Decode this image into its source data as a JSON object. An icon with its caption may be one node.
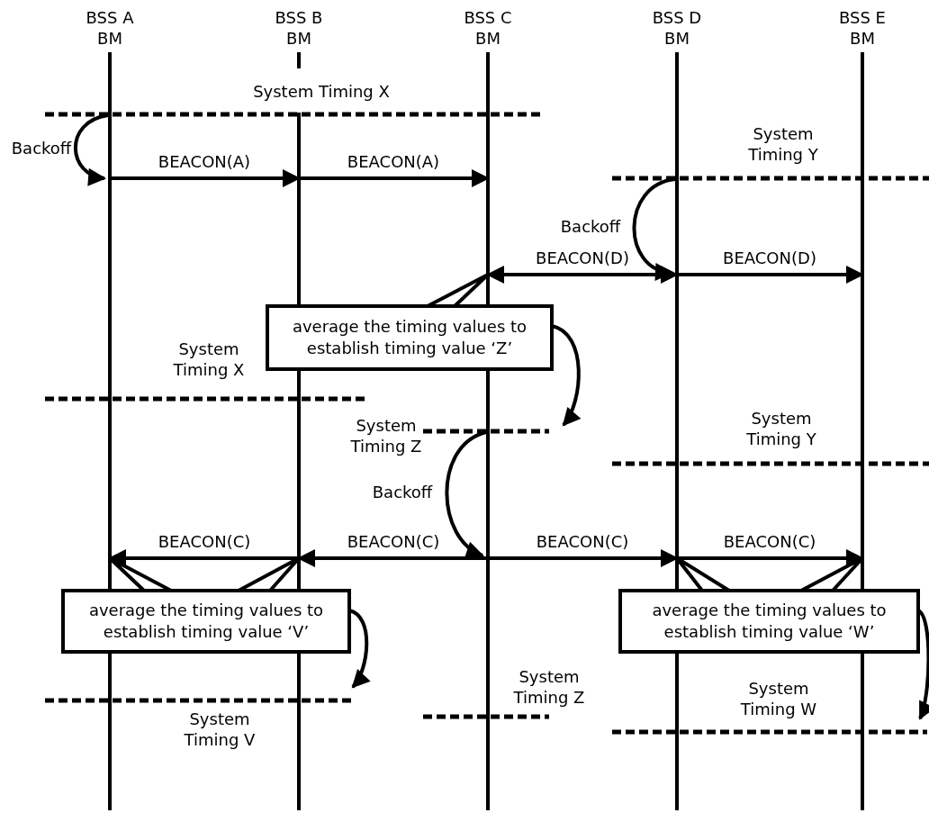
{
  "diagram": {
    "nodes": [
      {
        "text": [
          "BSS A BM"
        ]
      },
      {
        "text": [
          "BSS B BM"
        ]
      },
      {
        "text": [
          "BSS C BM"
        ]
      },
      {
        "text": [
          "BSS D BM"
        ]
      },
      {
        "text": [
          "BSS E BM"
        ]
      },
      {
        "text": [
          "average the timing values to establish timing value ‘Z’"
        ]
      },
      {
        "text": [
          "average the timing values to establish timing value ‘V’"
        ]
      },
      {
        "text": [
          "average the timing values to establish timing value ‘W’"
        ]
      }
    ],
    "edges": [
      {
        "from": 0,
        "to": 1,
        "arrow": "to",
        "label": "BEACON(A)"
      },
      {
        "from": 1,
        "to": 2,
        "arrow": "to",
        "label": "BEACON(A)"
      },
      {
        "from": 2,
        "to": 3,
        "arrow": "both",
        "label": "BEACON(D)"
      },
      {
        "from": 3,
        "to": 4,
        "arrow": "to",
        "label": "BEACON(D)"
      },
      {
        "from": 5,
        "to": 2,
        "arrow": "none"
      },
      {
        "from": 5,
        "to": null,
        "arrow": "to"
      },
      {
        "from": 1,
        "to": 0,
        "arrow": "to",
        "label": "BEACON(C)"
      },
      {
        "from": 2,
        "to": 1,
        "arrow": "to",
        "label": "BEACON(C)"
      },
      {
        "from": 2,
        "to": 3,
        "arrow": "to",
        "label": "BEACON(C)"
      },
      {
        "from": 3,
        "to": 4,
        "arrow": "to",
        "label": "BEACON(C)"
      },
      {
        "from": 6,
        "to": 0,
        "arrow": "none"
      },
      {
        "from": 6,
        "to": 1,
        "arrow": "none"
      },
      {
        "from": 6,
        "to": null,
        "arrow": "to"
      },
      {
        "from": 7,
        "to": 3,
        "arrow": "none"
      },
      {
        "from": 7,
        "to": 4,
        "arrow": "none"
      },
      {
        "from": 7,
        "to": null,
        "arrow": "to"
      }
    ],
    "labels": [
      "System Timing X",
      "Backoff",
      "System Timing Y",
      "Backoff",
      "System Timing X",
      "System Timing Z",
      "System Timing Y",
      "Backoff",
      "System Timing Z",
      "System Timing W",
      "System Timing V"
    ]
  }
}
